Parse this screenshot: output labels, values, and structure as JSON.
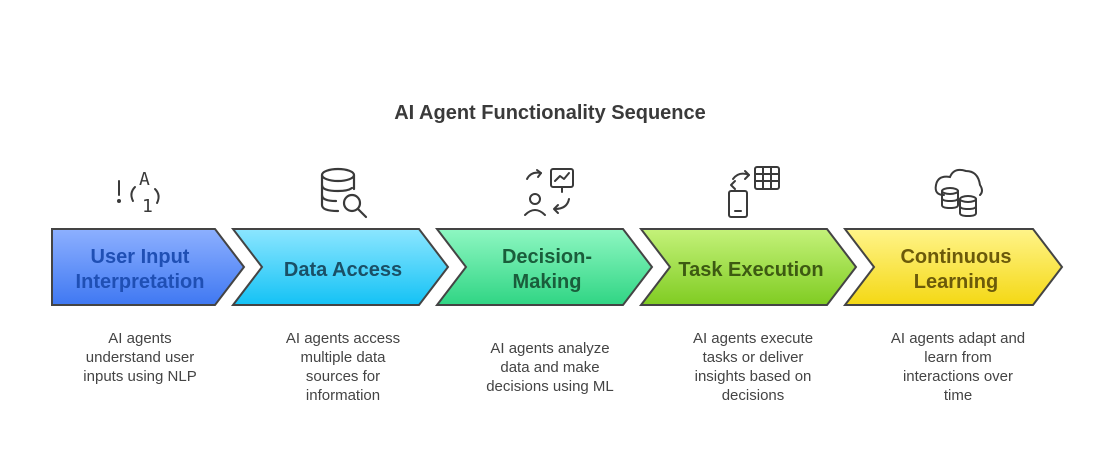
{
  "title": "AI Agent Functionality Sequence",
  "steps": [
    {
      "label": "User Input\nInterpretation",
      "description": "AI agents\nunderstand user\ninputs using NLP",
      "icon": "alphabet-number-icon",
      "colors": [
        "#7fa5ff",
        "#3f78f2"
      ],
      "text_color": "#1f4fb4"
    },
    {
      "label": "Data Access",
      "description": "AI agents access\nmultiple data\nsources for\ninformation",
      "icon": "database-search-icon",
      "colors": [
        "#7fe0ff",
        "#1cc6f7"
      ],
      "text_color": "#1a4f66"
    },
    {
      "label": "Decision-\nMaking",
      "description": "AI agents analyze\ndata and make\ndecisions using ML",
      "icon": "person-chart-icon",
      "colors": [
        "#7ff3b8",
        "#36d98a"
      ],
      "text_color": "#1a5d3b"
    },
    {
      "label": "Task Execution",
      "description": "AI agents execute\ntasks or deliver\ninsights based on\ndecisions",
      "icon": "phone-table-icon",
      "colors": [
        "#b9ee6a",
        "#86d02a"
      ],
      "text_color": "#3d5a12"
    },
    {
      "label": "Continuous\nLearning",
      "description": "AI agents adapt and\nlearn from\ninteractions over\ntime",
      "icon": "cloud-database-icon",
      "colors": [
        "#fff17a",
        "#f6dc1c"
      ],
      "text_color": "#6b5a0a"
    }
  ]
}
